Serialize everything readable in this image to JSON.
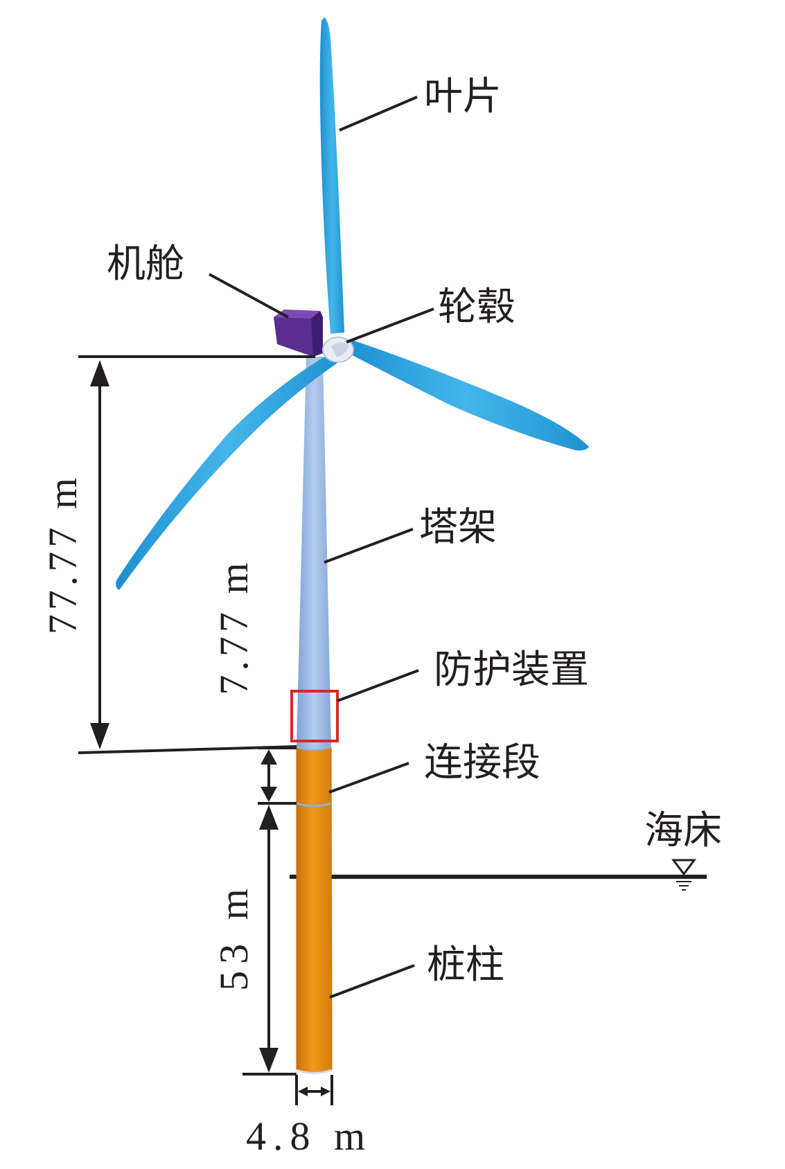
{
  "labels": {
    "blade": "叶片",
    "nacelle": "机舱",
    "hub": "轮毂",
    "tower": "塔架",
    "protection": "防护装置",
    "transition": "连接段",
    "seabed": "海床",
    "pile": "桩柱"
  },
  "dimensions": {
    "tower_height": "77.77 m",
    "transition_length": "7.77 m",
    "pile_embedment": "53 m",
    "pile_diameter": "4.8 m"
  },
  "colors": {
    "blade": "#2fa6df",
    "nacelle": "#5a2d91",
    "tower": "#9bbbe3",
    "pile": "#e28a12",
    "highlight_box": "#d9262c",
    "ink": "#231f20"
  }
}
